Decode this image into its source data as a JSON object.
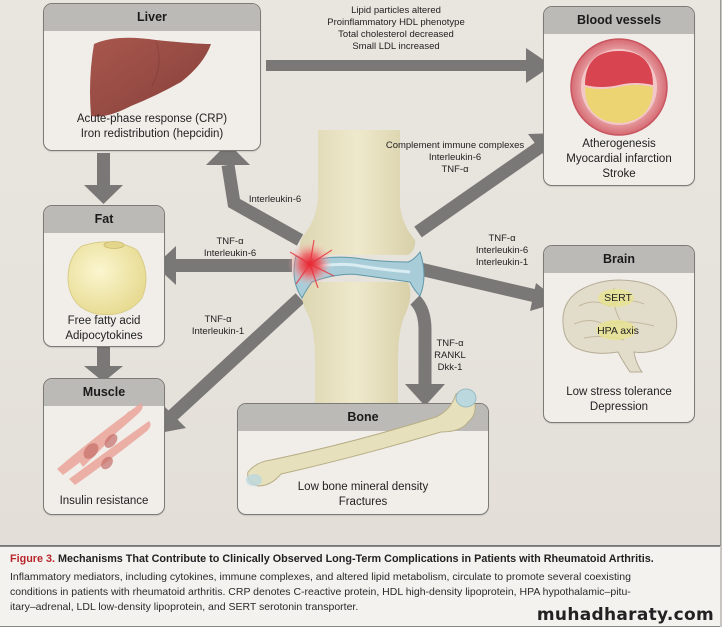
{
  "colors": {
    "arrow": "#7a7877",
    "box_header": "#bcbab6",
    "box_body": "#f1eeea",
    "figure_number": "#b8262b",
    "inflammation": "#e8303a"
  },
  "boxes": {
    "liver": {
      "title": "Liver",
      "lines": [
        "Acute-phase response (CRP)",
        "Iron redistribution (hepcidin)"
      ]
    },
    "blood_vessels": {
      "title": "Blood vessels",
      "lines": [
        "Atherogenesis",
        "Myocardial infarction",
        "Stroke"
      ]
    },
    "fat": {
      "title": "Fat",
      "lines": [
        "Free fatty acid",
        "Adipocytokines"
      ]
    },
    "brain": {
      "title": "Brain",
      "lines": [
        "Low stress tolerance",
        "Depression"
      ],
      "regions": [
        "SERT",
        "HPA axis"
      ]
    },
    "muscle": {
      "title": "Muscle",
      "lines": [
        "Insulin resistance"
      ]
    },
    "bone": {
      "title": "Bone",
      "lines": [
        "Low bone mineral density",
        "Fractures"
      ]
    }
  },
  "arrow_labels": {
    "liver_to_vessels": [
      "Lipid particles altered",
      "Proinflammatory HDL phenotype",
      "Total cholesterol decreased",
      "Small LDL increased"
    ],
    "joint_to_vessels": [
      "Complement immune complexes",
      "Interleukin-6",
      "TNF-α"
    ],
    "joint_to_liver": [
      "Interleukin-6"
    ],
    "joint_to_fat": [
      "TNF-α",
      "Interleukin-6"
    ],
    "joint_to_brain": [
      "TNF-α",
      "Interleukin-6",
      "Interleukin-1"
    ],
    "joint_to_muscle": [
      "TNF-α",
      "Interleukin-1"
    ],
    "joint_to_bone": [
      "TNF-α",
      "RANKL",
      "Dkk-1"
    ]
  },
  "caption": {
    "figure_number": "Figure 3.",
    "title": "Mechanisms That Contribute to Clinically Observed Long-Term Complications in Patients with Rheumatoid Arthritis.",
    "body_lines": [
      "Inflammatory mediators, including cytokines, immune complexes, and altered lipid metabolism, circulate to promote several coexisting",
      "conditions in patients with rheumatoid arthritis. CRP denotes C-reactive protein, HDL high-density lipoprotein, HPA hypothalamic–pitu-",
      "itary–adrenal, LDL low-density lipoprotein, and SERT serotonin transporter."
    ]
  },
  "watermark": "muhadharaty.com"
}
